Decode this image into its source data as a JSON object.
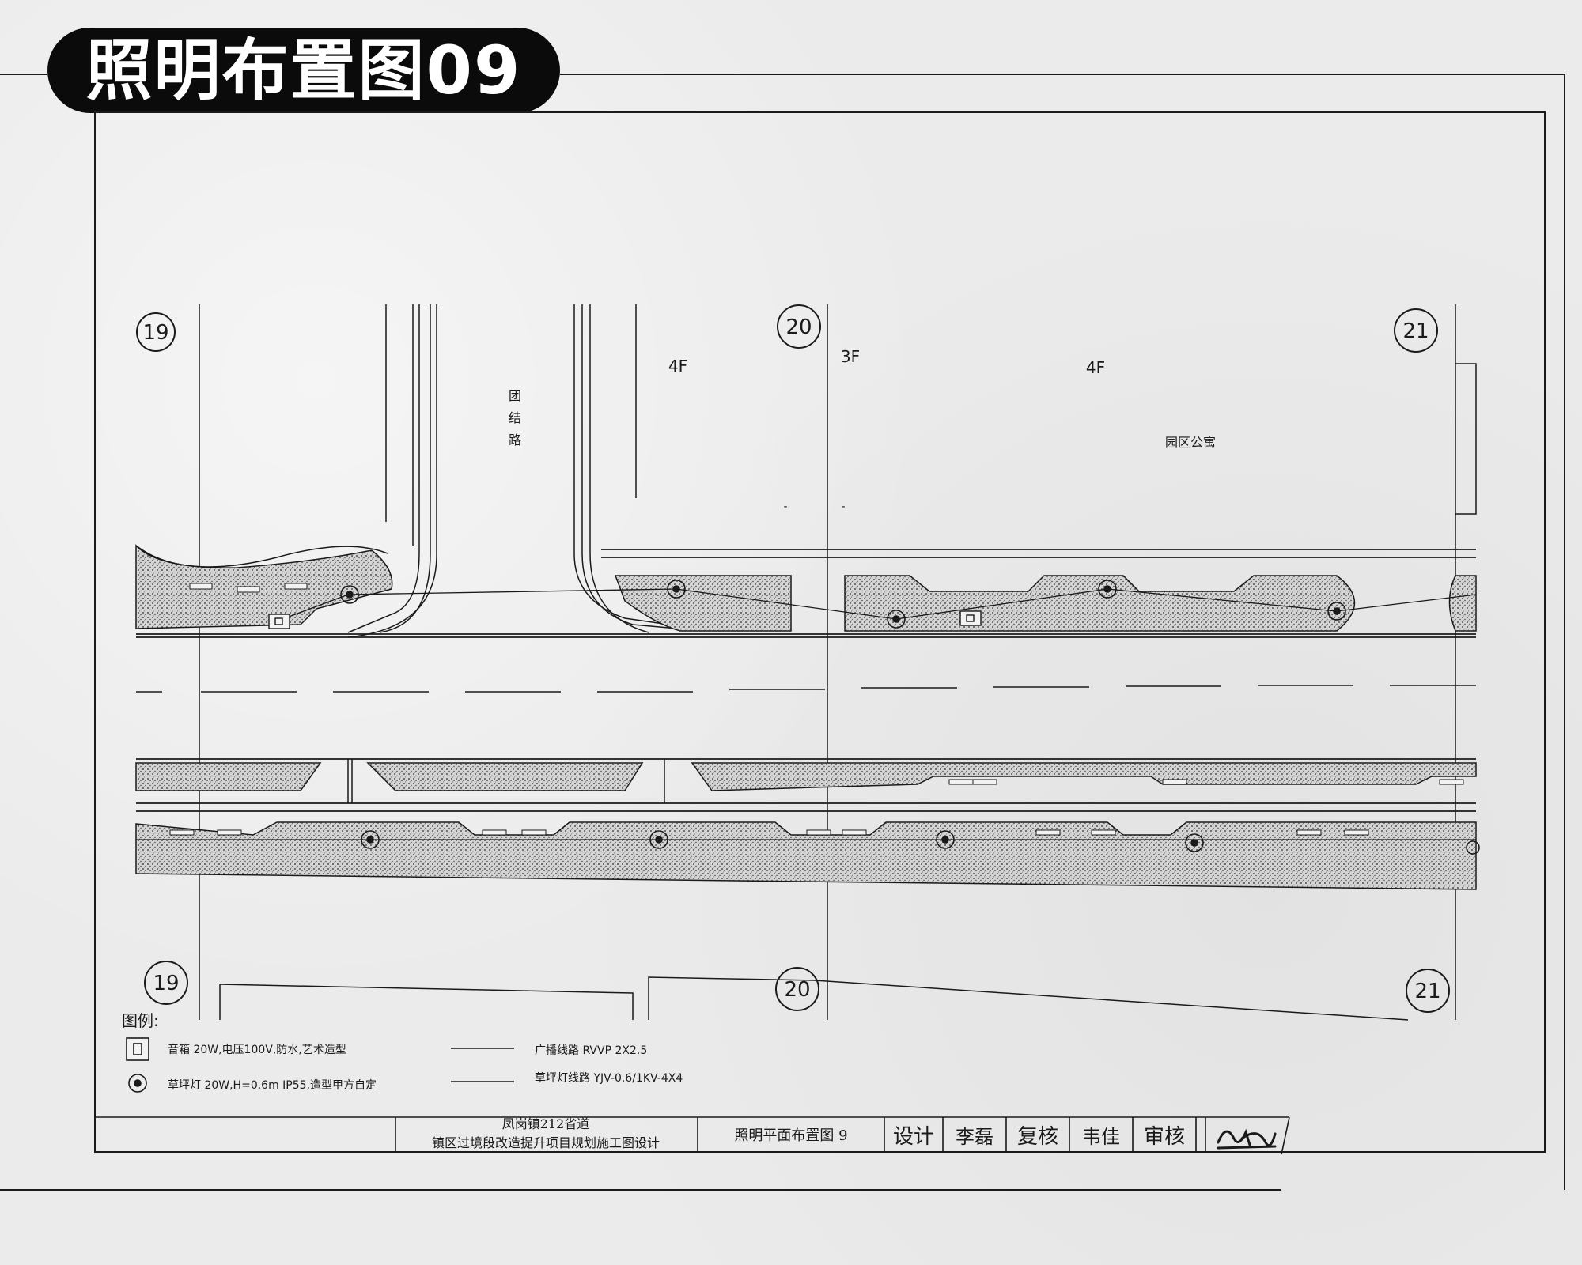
{
  "page_title": "照明布置图09",
  "drawing": {
    "grid_labels": [
      "19",
      "20",
      "21"
    ],
    "floor_labels": [
      "4F",
      "3F",
      "4F"
    ],
    "road_name": [
      "团",
      "结",
      "路"
    ],
    "building_name": "园区公寓",
    "marks": [
      "-",
      "-"
    ]
  },
  "legend": {
    "title": "图例:",
    "items": [
      {
        "symbol": "speaker-icon",
        "text": "音箱 20W,电压100V,防水,艺术造型"
      },
      {
        "symbol": "lawn-lamp-icon",
        "text": "草坪灯 20W,H=0.6m IP55,造型甲方自定"
      }
    ],
    "lines": [
      {
        "text": "广播线路 RVVP 2X2.5"
      },
      {
        "text": "草坪灯线路 YJV-0.6/1KV-4X4"
      }
    ]
  },
  "title_block": {
    "project_line1": "凤岗镇212省道",
    "project_line2": "镇区过境段改造提升项目规划施工图设计",
    "drawing_name": "照明平面布置图 9",
    "cells": [
      "设计",
      "李磊",
      "复核",
      "韦佳",
      "审核"
    ]
  },
  "colors": {
    "ink": "#1a1a1a",
    "paper": "#ebebeb",
    "pill": "#0b0b0b"
  }
}
